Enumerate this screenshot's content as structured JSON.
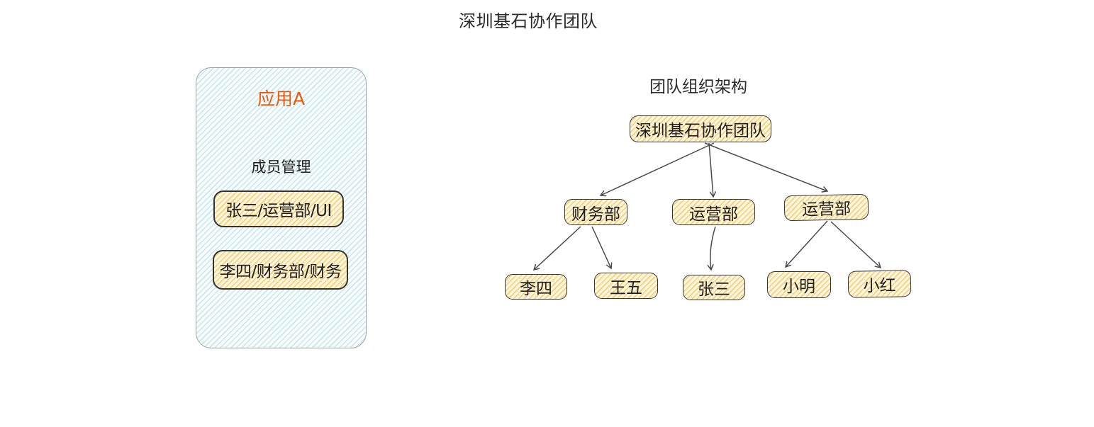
{
  "page": {
    "title": "深圳基石协作团队",
    "background_color": "#ffffff"
  },
  "app_panel": {
    "title": "应用A",
    "title_color": "#e8590c",
    "section_label": "成员管理",
    "members": [
      {
        "label": "张三/运营部/UI"
      },
      {
        "label": "李四/财务部/财务"
      }
    ],
    "fill_color": "#eaf6f9",
    "hatch_color": "#8cc9db",
    "border_color": "#9aa4a8"
  },
  "org_chart": {
    "title": "团队组织架构",
    "type": "tree",
    "nodes": {
      "root": {
        "label": "深圳基石协作团队"
      },
      "dept1": {
        "label": "财务部"
      },
      "dept2": {
        "label": "运营部"
      },
      "dept3": {
        "label": "运营部"
      },
      "m1": {
        "label": "李四"
      },
      "m2": {
        "label": "王五"
      },
      "m3": {
        "label": "张三"
      },
      "m4": {
        "label": "小明"
      },
      "m5": {
        "label": "小红"
      }
    },
    "edges": [
      [
        "root",
        "dept1"
      ],
      [
        "root",
        "dept2"
      ],
      [
        "root",
        "dept3"
      ],
      [
        "dept1",
        "m1"
      ],
      [
        "dept1",
        "m2"
      ],
      [
        "dept2",
        "m3"
      ],
      [
        "dept3",
        "m4"
      ],
      [
        "dept3",
        "m5"
      ]
    ],
    "node_fill_color": "#fdf4da",
    "node_hatch_color": "#f3c661",
    "node_border_color": "#343434",
    "arrow_color": "#4a4a4a"
  }
}
